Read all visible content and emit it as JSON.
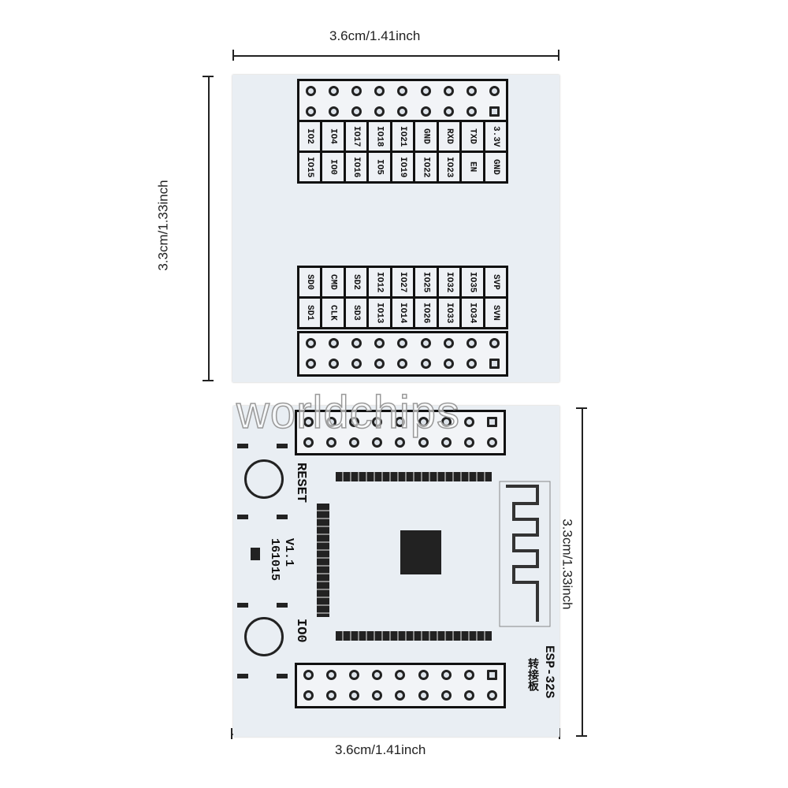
{
  "dimensions": {
    "top_width": "3.6cm/1.41inch",
    "top_height": "3.3cm/1.33inch",
    "bottom_height": "3.3cm/1.33inch",
    "bottom_width": "3.6cm/1.41inch"
  },
  "watermark": "worldchips",
  "top_board": {
    "upper_labels_row1": [
      "IO2",
      "IO4",
      "IO17",
      "IO18",
      "IO21",
      "GND",
      "RXD",
      "TXD",
      "3.3V"
    ],
    "upper_labels_row2": [
      "IO15",
      "IO0",
      "IO16",
      "IO5",
      "IO19",
      "IO22",
      "IO23",
      "EN",
      "GND"
    ],
    "lower_labels_row1": [
      "SD0",
      "CMD",
      "SD2",
      "IO12",
      "IO27",
      "IO25",
      "IO32",
      "IO35",
      "SVP"
    ],
    "lower_labels_row2": [
      "SD1",
      "CLK",
      "SD3",
      "IO13",
      "IO14",
      "IO26",
      "IO33",
      "IO34",
      "SVN"
    ]
  },
  "bottom_board": {
    "reset_label": "RESET",
    "version": "V1.1",
    "date": "161015",
    "io0_label": "IO0",
    "module_label": "ESP-32S",
    "adapter_label": "转接板"
  }
}
